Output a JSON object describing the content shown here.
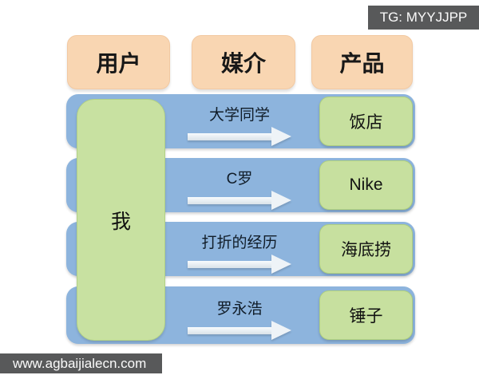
{
  "watermarks": {
    "top_right": "TG: MYYJJPP",
    "bottom_left": "www.agbaijialecn.com"
  },
  "diagram": {
    "headers": [
      {
        "label": "用户"
      },
      {
        "label": "媒介"
      },
      {
        "label": "产品"
      }
    ],
    "user_node": "我",
    "rows": [
      {
        "medium": "大学同学",
        "product": "饭店"
      },
      {
        "medium": "C罗",
        "product": "Nike"
      },
      {
        "medium": "打折的经历",
        "product": "海底捞"
      },
      {
        "medium": "罗永浩",
        "product": "锤子"
      }
    ],
    "colors": {
      "header_bg": "#f9d6b2",
      "row_bg": "#8db4dd",
      "node_bg": "#c8e1a1",
      "product_bg": "#c7e09f",
      "arrow_color": "#eef3f7",
      "watermark_bg": "#58595a",
      "watermark_text": "#fbfbfb"
    }
  }
}
